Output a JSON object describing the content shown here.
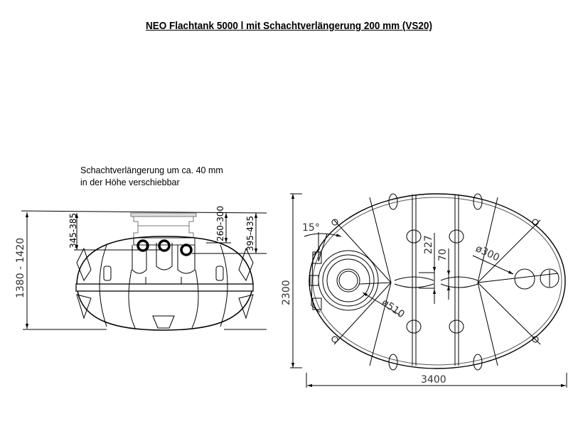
{
  "title": "NEO Flachtank 5000 l mit Schachtverlängerung 200 mm (VS20)",
  "note": {
    "line1": "Schachtverlängerung um ca. 40 mm",
    "line2": "in der Höhe verschiebbar"
  },
  "side_view": {
    "total_height": "1380 - 1420",
    "dim_a": "345-385",
    "dim_b": "260-300",
    "dim_c": "395-435"
  },
  "plan_view": {
    "width": "3400",
    "depth": "2300",
    "angle": "15°",
    "dim_227": "227",
    "dim_70": "70",
    "dia_shaft": "ø510",
    "dia_opening": "ø300"
  }
}
